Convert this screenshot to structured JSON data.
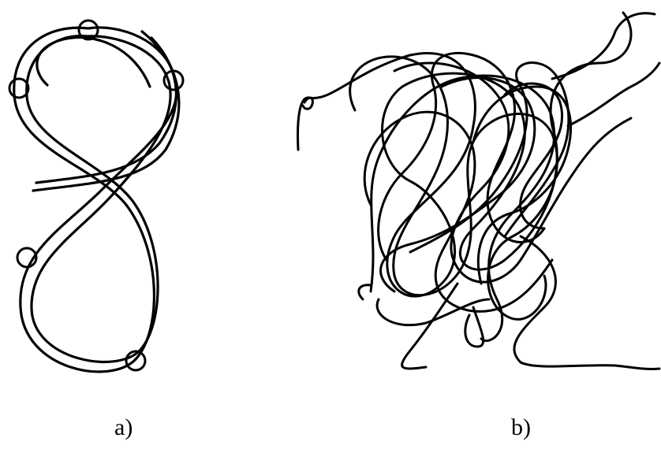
{
  "figure": {
    "panel_a": {
      "label": "a)",
      "marker_count": 5
    },
    "panel_b": {
      "label": "b)"
    }
  }
}
